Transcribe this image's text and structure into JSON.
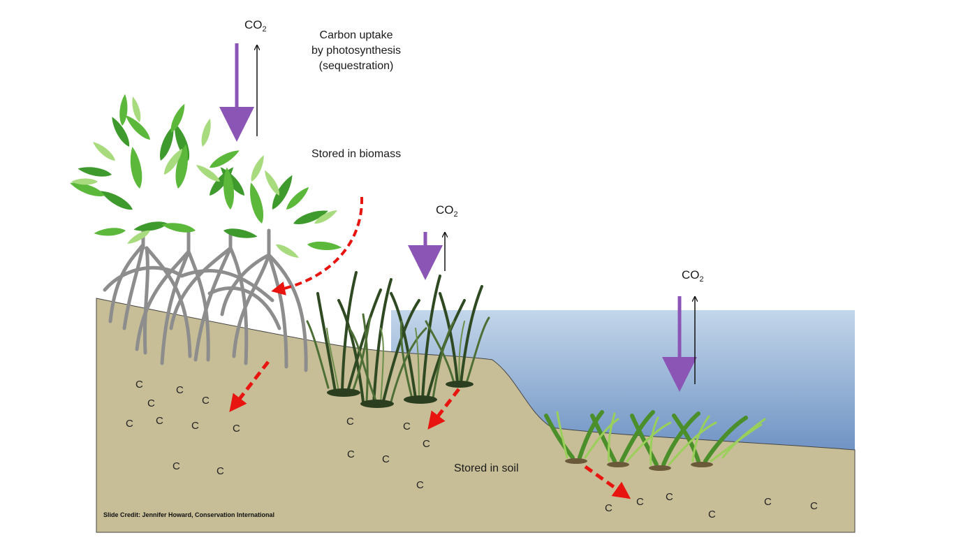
{
  "labels": {
    "co2_base": "CO",
    "co2_sub": "2",
    "uptake_line1": "Carbon uptake",
    "uptake_line2": "by photosynthesis",
    "uptake_line3": "(sequestration)",
    "stored_biomass": "Stored in biomass",
    "stored_soil": "Stored in soil",
    "carbon_symbol": "C",
    "credit": "Slide Credit: Jennifer Howard, Conservation International"
  },
  "colors": {
    "soil": "#c7bd96",
    "water_top": "#b9cfe6",
    "water_bottom": "#6f93c4",
    "uptake_arrow": "#8a55b5",
    "release_arrow": "#111111",
    "burial_arrow": "#e8140f",
    "mangrove_leaf": "#5cb83a",
    "mangrove_root": "#8d8d8d",
    "marsh_grass": "#3c5a2a",
    "seagrass": "#7cc043"
  },
  "icons": [
    "mangrove-tree-icon",
    "salt-marsh-grass-icon",
    "seagrass-icon"
  ]
}
